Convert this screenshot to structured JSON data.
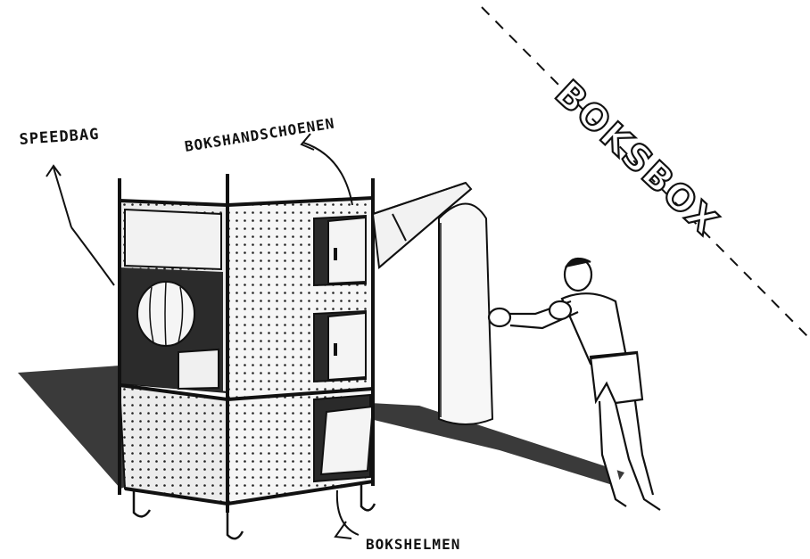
{
  "title": "BOKSBOX",
  "labels": {
    "speedbag": "SPEEDBAG",
    "gloves": "BOKSHANDSCHOENEN",
    "helmets": "BOKSHELMEN"
  },
  "colors": {
    "ink": "#111111",
    "shadow": "#3a3a3a",
    "panel": "#f4f4f4",
    "background": "#ffffff"
  }
}
